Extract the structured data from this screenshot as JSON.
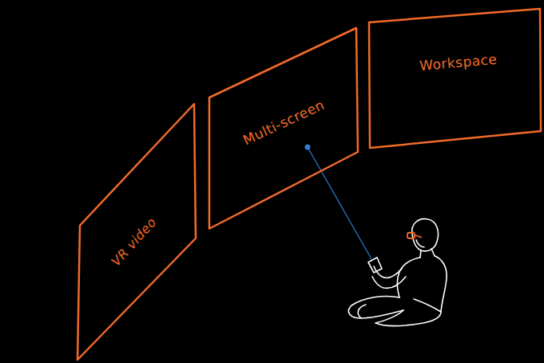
{
  "diagram": {
    "nodes": [
      {
        "text": [
          "VR video"
        ]
      },
      {
        "text": [
          "Multi-screen"
        ]
      },
      {
        "text": [
          "Workspace"
        ]
      }
    ]
  }
}
